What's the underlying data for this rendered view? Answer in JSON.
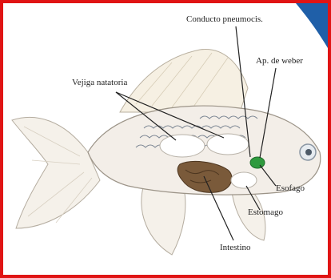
{
  "figure": {
    "border_color": "#e01414",
    "corner_accent_color": "#1f5fa8"
  },
  "labels": {
    "conducto": "Conducto pneumocis.",
    "weber": "Ap. de weber",
    "vejiga": "Vejiga natatoria",
    "esofago": "Esofago",
    "estomago": "Estomago",
    "intestino": "Intestino"
  },
  "colors": {
    "fish_body": "#f3eee8",
    "fish_outline": "#9c9488",
    "scales": "#7d8794",
    "bladder": "#ffffff",
    "intestine": "#7a5a3a",
    "weber_apparatus": "#2f9a3e",
    "leader_lines": "#222222"
  }
}
